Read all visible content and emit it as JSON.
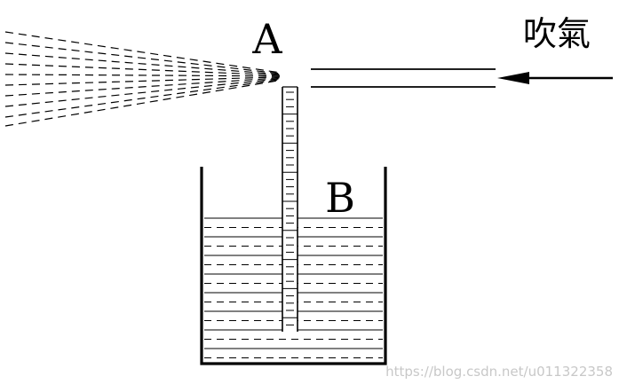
{
  "labels": {
    "point_a": "A",
    "point_b": "B",
    "blow_air": "吹氣"
  },
  "watermark": "https://blog.csdn.net/u011322358",
  "colors": {
    "ink": "#000000",
    "background": "#ffffff",
    "watermark": "#c8c8c8"
  }
}
